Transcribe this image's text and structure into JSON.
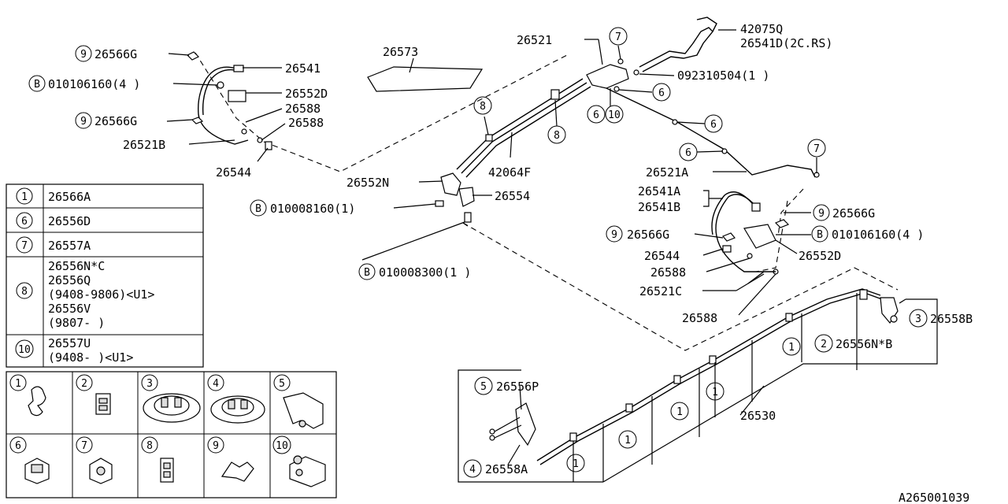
{
  "callouts": {
    "c1": {
      "num": "9",
      "text": "26566G"
    },
    "c2": {
      "text": "26541"
    },
    "c3": {
      "num": "B",
      "text": "010106160(4 )"
    },
    "c4": {
      "text": "26552D"
    },
    "c5": {
      "text": "26588"
    },
    "c6": {
      "num": "9",
      "text": "26566G"
    },
    "c7": {
      "text": "26588"
    },
    "c8": {
      "text": "26521B"
    },
    "c9": {
      "text": "26544"
    },
    "c10": {
      "text": "26573"
    },
    "c11": {
      "text": "26521"
    },
    "c12": {
      "num": "7"
    },
    "c13": {
      "text": "42075Q"
    },
    "c14": {
      "text": "26541D(2C.RS)"
    },
    "c15": {
      "text": "092310504(1 )"
    },
    "c16": {
      "num": "6"
    },
    "c17": {
      "num": "6",
      "num2": "10"
    },
    "c18": {
      "num": "6"
    },
    "c19": {
      "num": "8"
    },
    "c20": {
      "num": "8"
    },
    "c21": {
      "text": "42064F"
    },
    "c22": {
      "num": "6"
    },
    "c23": {
      "num": "7"
    },
    "c24": {
      "text": "26521A"
    },
    "c25": {
      "text": "26552N"
    },
    "c26": {
      "text": "26554"
    },
    "c27": {
      "num": "B",
      "text": "010008160(1)"
    },
    "c28": {
      "text": "26541A"
    },
    "c29": {
      "text": "26541B"
    },
    "c30": {
      "num": "9",
      "text": "26566G"
    },
    "c31": {
      "num": "9",
      "text": "26566G"
    },
    "c32": {
      "num": "B",
      "text": "010106160(4 )"
    },
    "c33": {
      "text": "26544"
    },
    "c34": {
      "text": "26552D"
    },
    "c35": {
      "num": "B",
      "text": "010008300(1 )"
    },
    "c36": {
      "text": "26588"
    },
    "c37": {
      "text": "26521C"
    },
    "c38": {
      "text": "26588"
    },
    "c39": {
      "num": "3",
      "text": "26558B"
    },
    "c40": {
      "num": "2",
      "text": "26556N*B"
    },
    "c41": {
      "text": "26530"
    },
    "c42": {
      "num": "5",
      "text": "26556P"
    },
    "c43": {
      "num": "4",
      "text": "26558A"
    },
    "c44": {
      "num": "1"
    },
    "c45": {
      "num": "1"
    },
    "c46": {
      "num": "1"
    },
    "c47": {
      "num": "1"
    },
    "c48": {
      "num": "1"
    },
    "c49": {
      "num": "1"
    }
  },
  "legend": {
    "r1": {
      "key": "1",
      "lines": [
        "26566A"
      ]
    },
    "r2": {
      "key": "6",
      "lines": [
        "26556D"
      ]
    },
    "r3": {
      "key": "7",
      "lines": [
        "26557A"
      ]
    },
    "r4": {
      "key": "8",
      "lines": [
        "26556N*C",
        "26556Q",
        "(9408-9806)<U1>",
        "26556V",
        "(9807-    )"
      ]
    },
    "r5": {
      "key": "10",
      "lines": [
        "26557U",
        "(9408-    )<U1>"
      ]
    }
  },
  "thumbs": [
    "1",
    "2",
    "3",
    "4",
    "5",
    "6",
    "7",
    "8",
    "9",
    "10"
  ],
  "diagram_code": "A265001039"
}
